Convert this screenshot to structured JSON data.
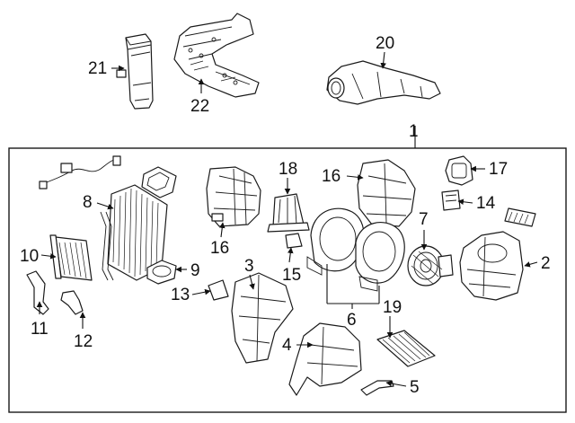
{
  "callouts": [
    {
      "id": "1",
      "label": "1"
    },
    {
      "id": "2",
      "label": "2"
    },
    {
      "id": "3",
      "label": "3"
    },
    {
      "id": "4",
      "label": "4"
    },
    {
      "id": "5",
      "label": "5"
    },
    {
      "id": "6",
      "label": "6"
    },
    {
      "id": "7",
      "label": "7"
    },
    {
      "id": "8",
      "label": "8"
    },
    {
      "id": "9",
      "label": "9"
    },
    {
      "id": "10",
      "label": "10"
    },
    {
      "id": "11",
      "label": "11"
    },
    {
      "id": "12",
      "label": "12"
    },
    {
      "id": "13",
      "label": "13"
    },
    {
      "id": "14",
      "label": "14"
    },
    {
      "id": "15",
      "label": "15"
    },
    {
      "id": "16a",
      "label": "16"
    },
    {
      "id": "16b",
      "label": "16"
    },
    {
      "id": "17",
      "label": "17"
    },
    {
      "id": "18",
      "label": "18"
    },
    {
      "id": "19",
      "label": "19"
    },
    {
      "id": "20",
      "label": "20"
    },
    {
      "id": "21",
      "label": "21"
    },
    {
      "id": "22",
      "label": "22"
    }
  ]
}
